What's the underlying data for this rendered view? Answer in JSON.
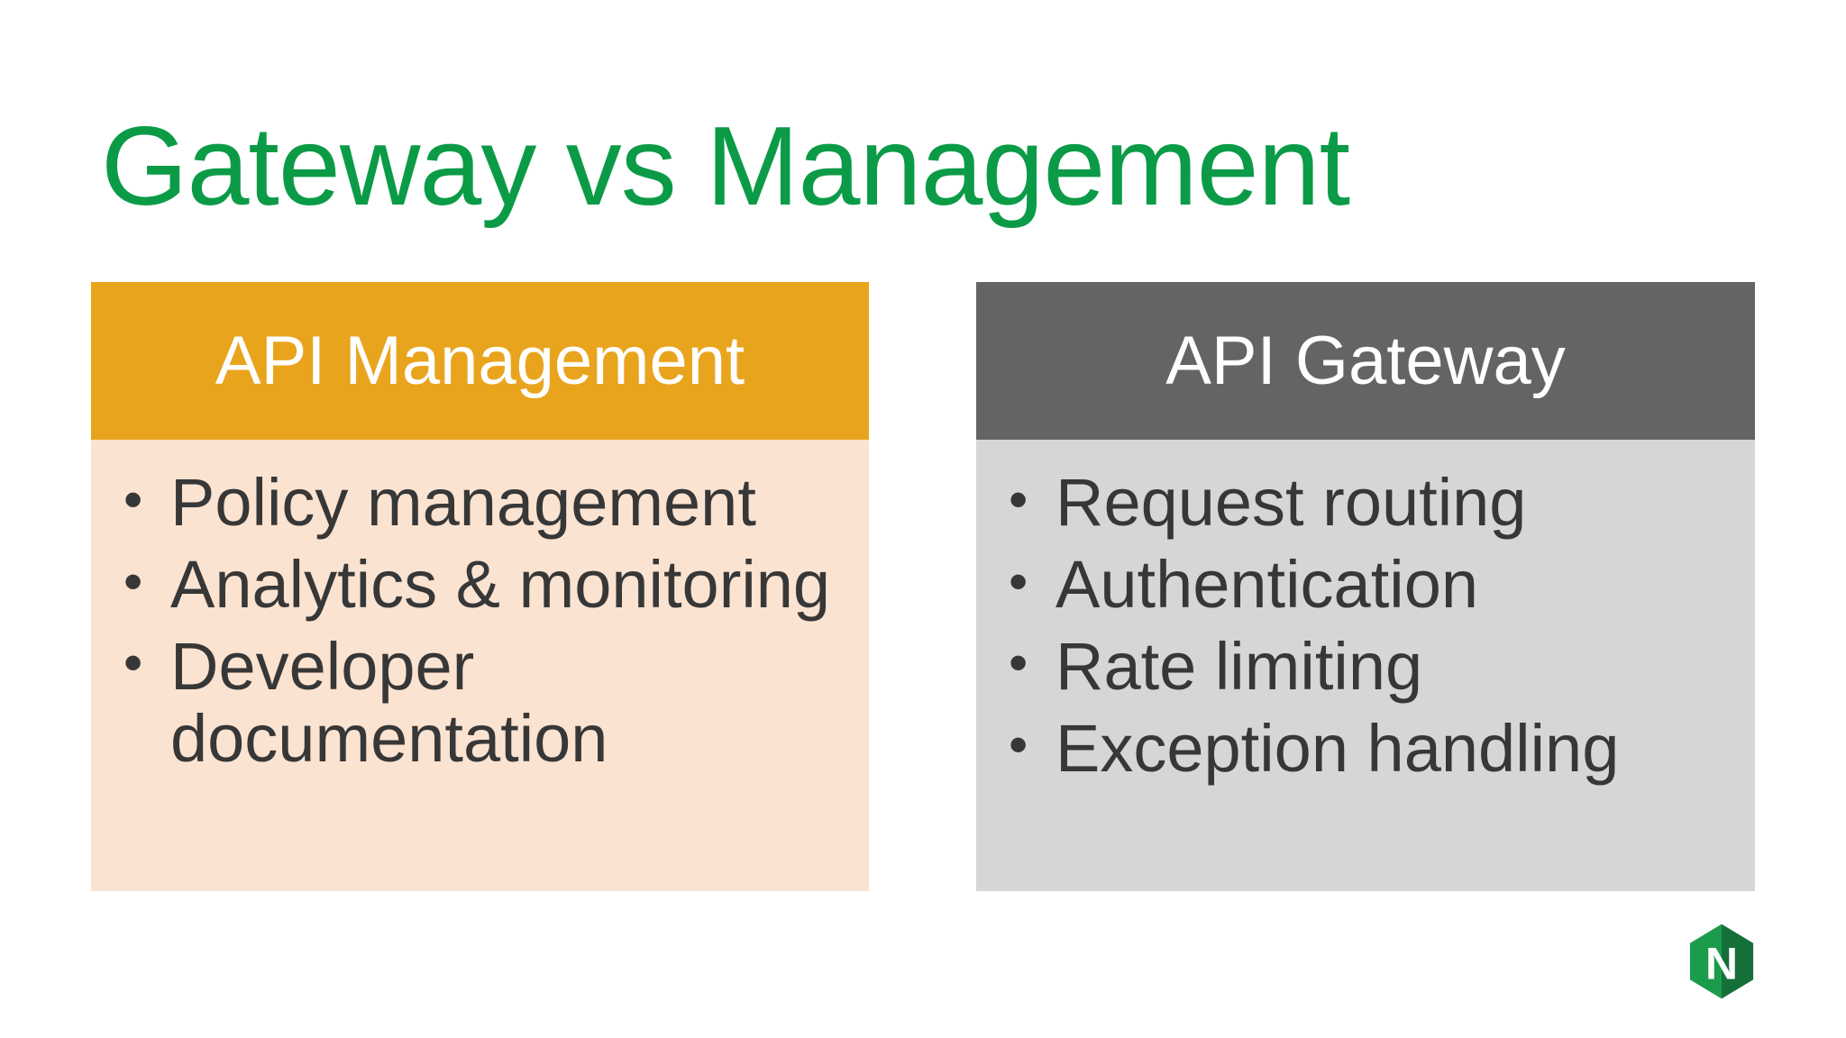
{
  "slide": {
    "title": "Gateway vs Management"
  },
  "colors": {
    "title_green": "#0B9B47",
    "management_header_bg": "#E9A41E",
    "management_body_bg": "#FBE3D1",
    "gateway_header_bg": "#656366",
    "gateway_body_bg": "#D7D5D7",
    "body_text": "#373737",
    "header_text": "#FFFFFF",
    "logo_green_light": "#1B9C4C",
    "logo_green_dark": "#156F38"
  },
  "management_box": {
    "header": "API Management",
    "items": [
      "Policy management",
      "Analytics & monitoring",
      "Developer documentation"
    ]
  },
  "gateway_box": {
    "header": "API Gateway",
    "items": [
      "Request routing",
      "Authentication",
      "Rate limiting",
      "Exception handling"
    ]
  },
  "logo": {
    "letter": "N"
  }
}
